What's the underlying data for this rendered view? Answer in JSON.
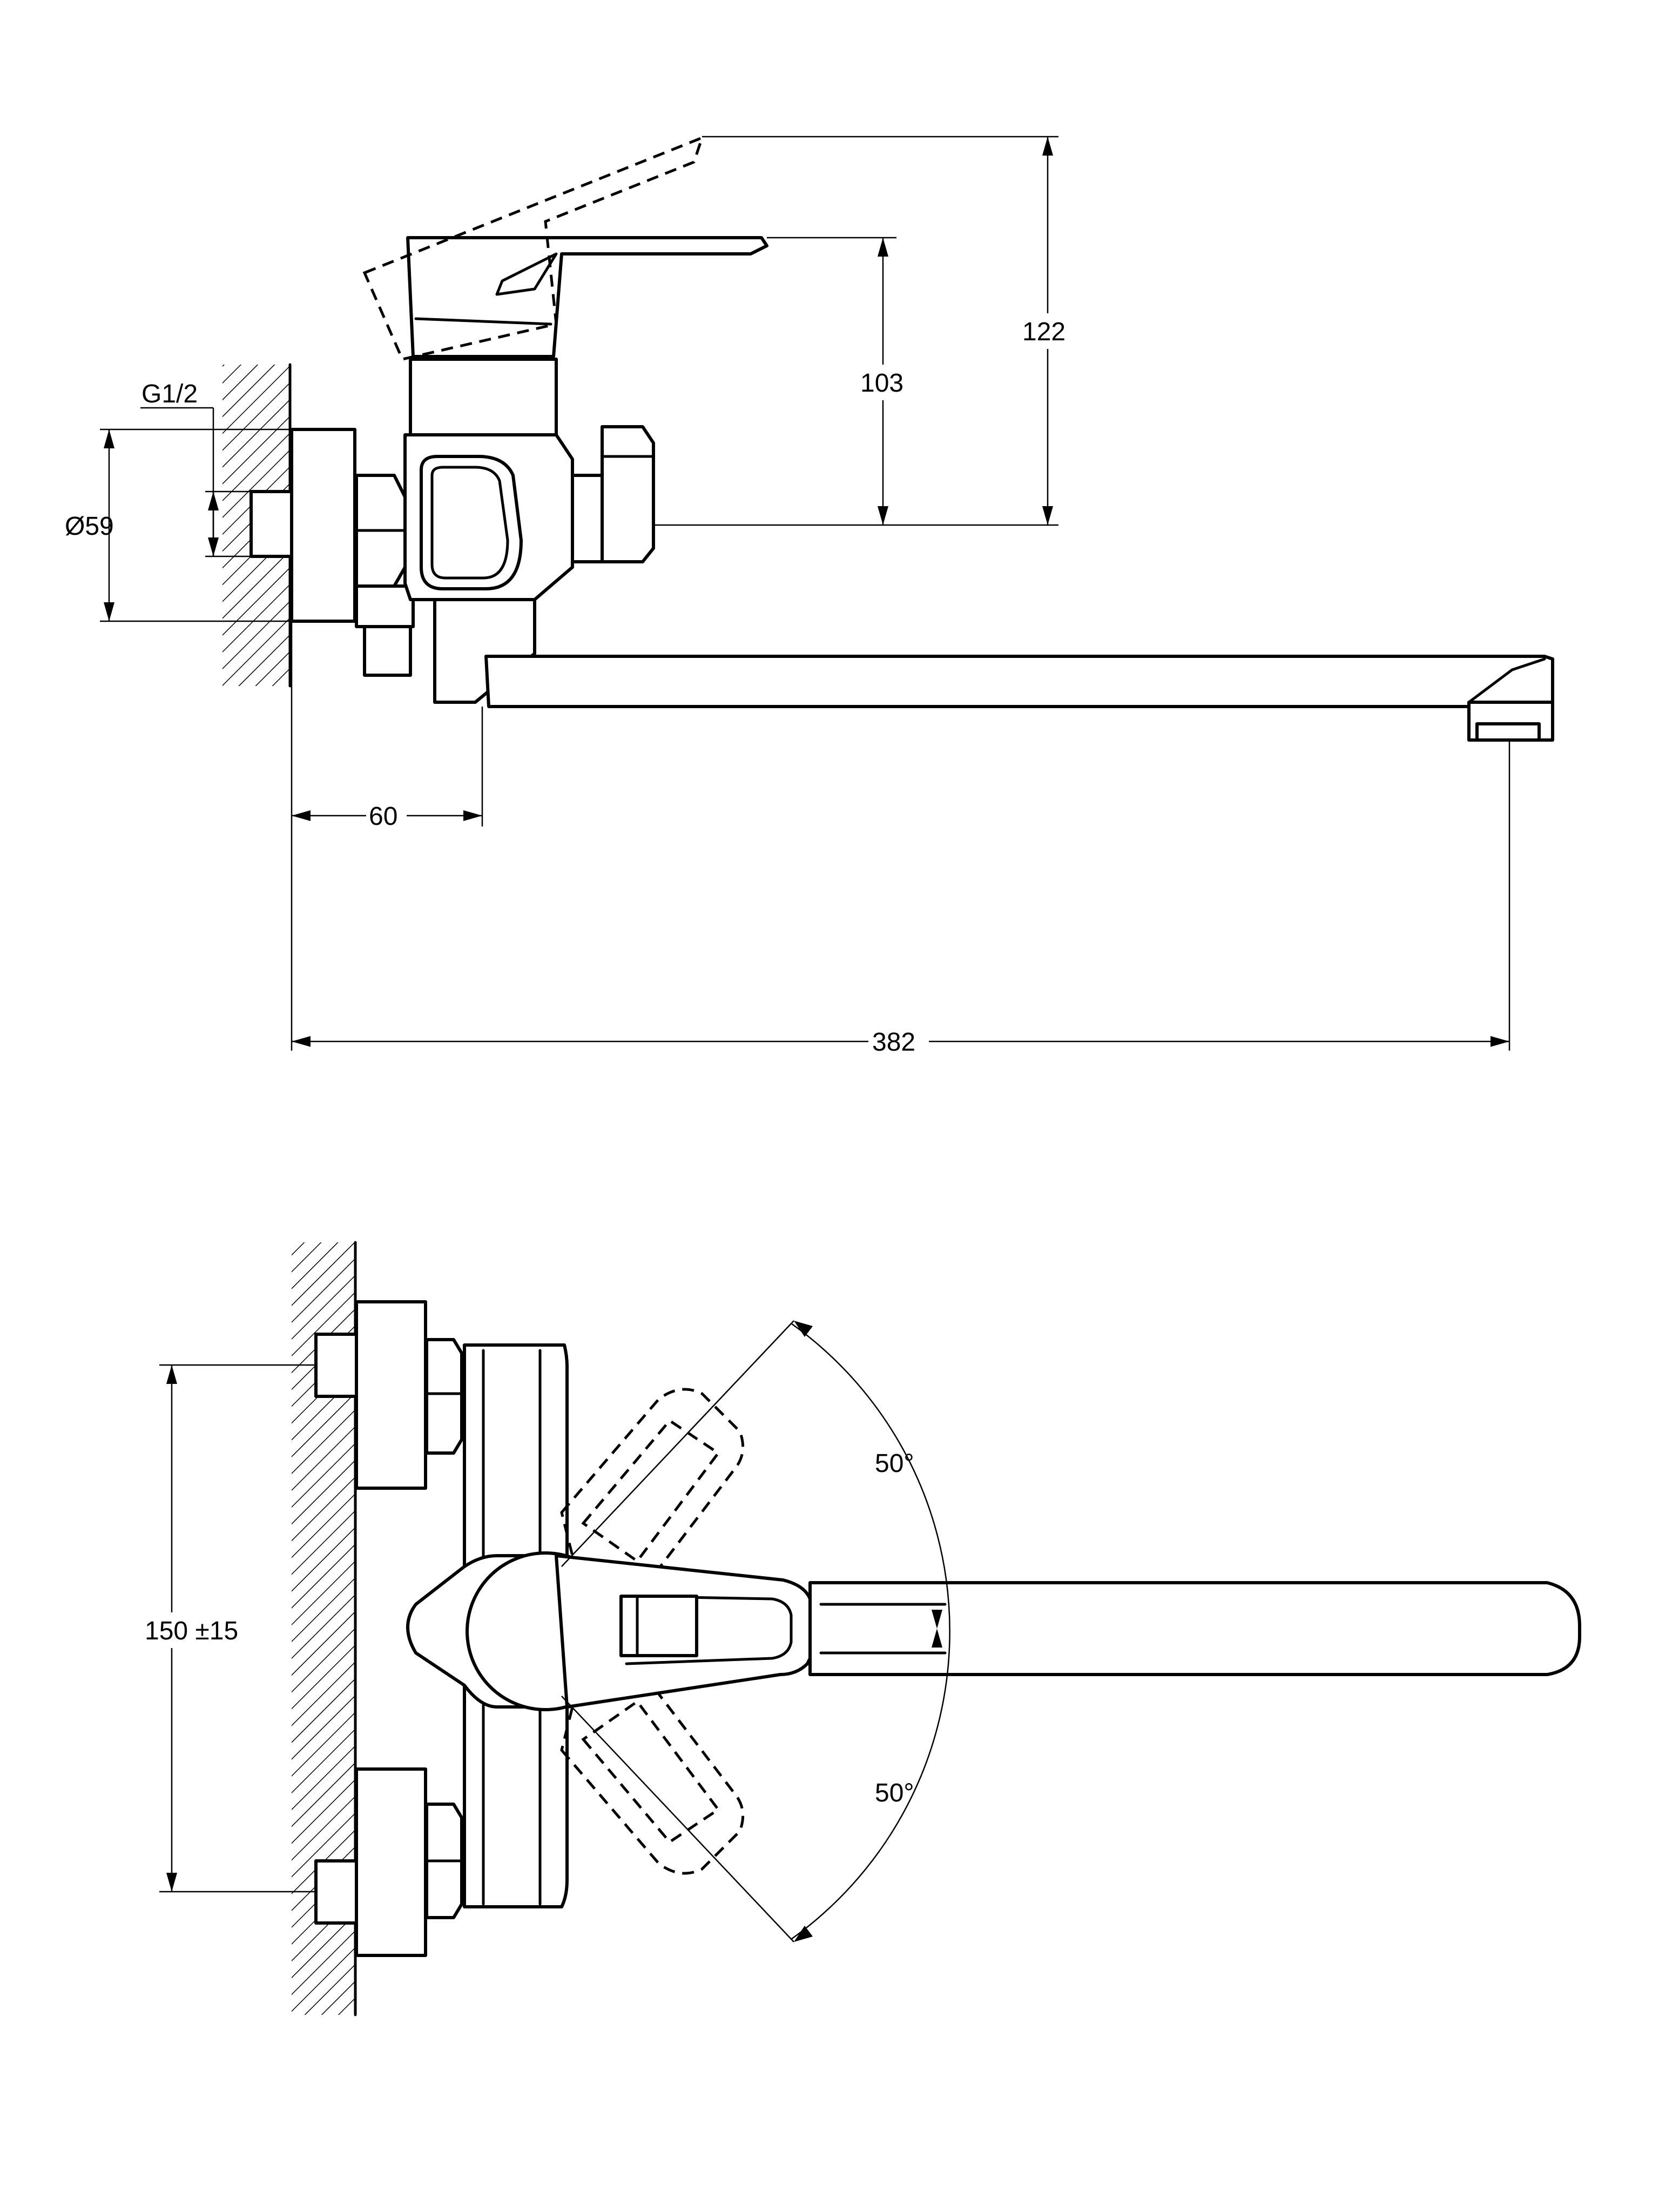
{
  "side_view": {
    "thread_label": "G1/2",
    "diameter_label": "Ø59",
    "handle_height_label": "103",
    "raised_handle_height_label": "122",
    "wall_to_spout_label": "60",
    "spout_reach_label": "382"
  },
  "top_view": {
    "spacing_label": "150 ±15",
    "angle_upper_label": "50°",
    "angle_lower_label": "50°"
  }
}
